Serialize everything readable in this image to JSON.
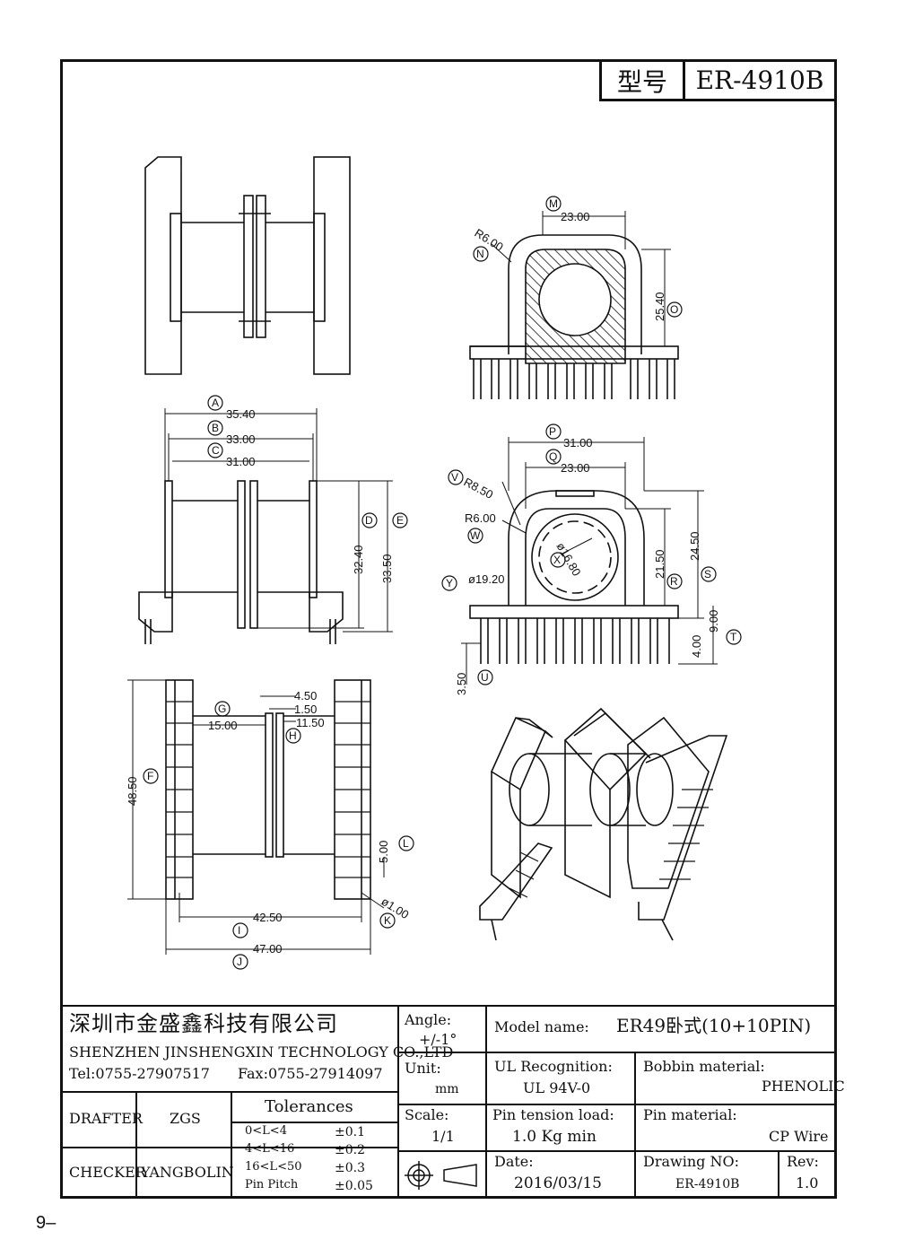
{
  "header": {
    "model_label": "型号",
    "model_value": "ER-4910B"
  },
  "dimensions": {
    "m": "23.00",
    "n": "R6.00",
    "o": "25.40",
    "a": "35.40",
    "b": "33.00",
    "c": "31.00",
    "d": "32.40",
    "e": "33.50",
    "p": "31.00",
    "q": "23.00",
    "v": "R8.50",
    "w": "R6.00",
    "x": "ø16.80",
    "y": "ø19.20",
    "r": "21.50",
    "s": "24.50",
    "t": "9.00",
    "t2": "4.00",
    "u": "3.50",
    "f": "48.50",
    "g": "15.00",
    "h1": "4.50",
    "h2": "1.50",
    "h3": "11.50",
    "l": "5.00",
    "k": "ø1.00",
    "i": "42.50",
    "j": "47.00"
  },
  "markers": {
    "a": "A",
    "b": "B",
    "c": "C",
    "d": "D",
    "e": "E",
    "f": "F",
    "g": "G",
    "h": "H",
    "i": "I",
    "j": "J",
    "k": "K",
    "l": "L",
    "m": "M",
    "n": "N",
    "o": "O",
    "p": "P",
    "q": "Q",
    "r": "R",
    "s": "S",
    "t": "T",
    "u": "U",
    "v": "V",
    "w": "W",
    "x": "X",
    "y": "Y"
  },
  "title_block": {
    "company_cn": "深圳市金盛鑫科技有限公司",
    "company_en": "SHENZHEN JINSHENGXIN TECHNOLOGY CO.,LTD",
    "tel": "Tel:0755-27907517",
    "fax": "Fax:0755-27914097",
    "angle_label": "Angle:",
    "angle_value": "+/-1°",
    "unit_label": "Unit:",
    "unit_value": "mm",
    "scale_label": "Scale:",
    "scale_value": "1/1",
    "model_name_label": "Model name:",
    "model_name_value": "ER49卧式(10+10PIN)",
    "ul_label": "UL Recognition:",
    "ul_value": "UL 94V-0",
    "bobbin_label": "Bobbin material:",
    "bobbin_value": "PHENOLIC",
    "pin_tension_label": "Pin tension load:",
    "pin_tension_value": "1.0 Kg min",
    "pin_material_label": "Pin material:",
    "pin_material_value": "CP Wire",
    "date_label": "Date:",
    "date_value": "2016/03/15",
    "drawing_no_label": "Drawing NO:",
    "drawing_no_value": "ER-4910B",
    "rev_label": "Rev:",
    "rev_value": "1.0",
    "drafter_label": "DRAFTER",
    "drafter_value": "ZGS",
    "checker_label": "CHECKER",
    "checker_value": "YANGBOLIN",
    "tolerances_title": "Tolerances",
    "tolerances": [
      {
        "range": "0<L<4",
        "value": "±0.1"
      },
      {
        "range": "4<L<16",
        "value": "±0.2"
      },
      {
        "range": "16<L<50",
        "value": "±0.3"
      },
      {
        "range": "Pin Pitch",
        "value": "±0.05"
      }
    ]
  },
  "page_number": "9–"
}
